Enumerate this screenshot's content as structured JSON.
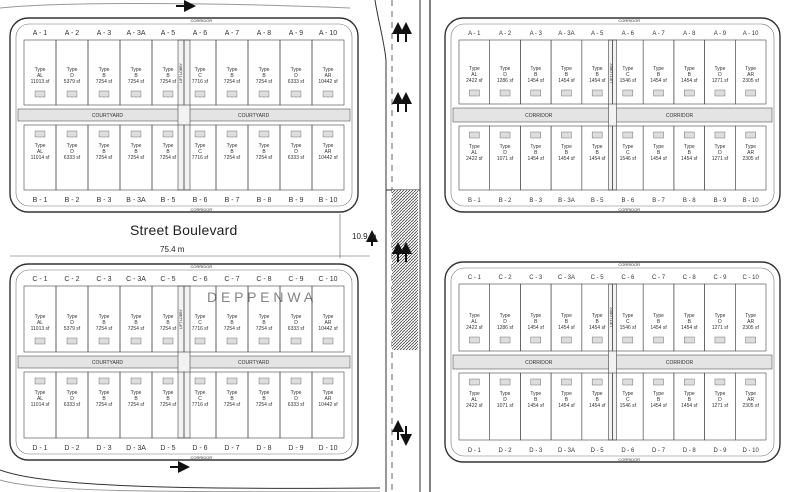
{
  "road": {
    "name": "Street Boulevard",
    "width_label": "75.4 m",
    "lane_label": "10.9 m"
  },
  "labels": {
    "courtyard": "COURTYARD",
    "corridor": "CORRIDOR",
    "lift": "LIFT LOBBY",
    "type_word": "Type",
    "watermark": "D E P P E N W A"
  },
  "blocks": [
    {
      "id": "A",
      "top": [
        {
          "u": "A - 1",
          "t": "AL",
          "a": "11013 sf"
        },
        {
          "u": "A - 2",
          "t": "D",
          "a": "5379 sf"
        },
        {
          "u": "A - 3",
          "t": "B",
          "a": "7254 sf"
        },
        {
          "u": "A - 3A",
          "t": "B",
          "a": "7254 sf"
        },
        {
          "u": "A - 5",
          "t": "B",
          "a": "7254 sf"
        },
        {
          "u": "A - 6",
          "t": "C",
          "a": "7716 sf"
        },
        {
          "u": "A - 7",
          "t": "B",
          "a": "7254 sf"
        },
        {
          "u": "A - 8",
          "t": "B",
          "a": "7254 sf"
        },
        {
          "u": "A - 9",
          "t": "D",
          "a": "6333 sf"
        },
        {
          "u": "A - 10",
          "t": "AR",
          "a": "10442 sf"
        }
      ],
      "bottom": [
        {
          "u": "B - 1",
          "t": "AL",
          "a": "11014 sf"
        },
        {
          "u": "B - 2",
          "t": "D",
          "a": "6333 sf"
        },
        {
          "u": "B - 3",
          "t": "B",
          "a": "7254 sf"
        },
        {
          "u": "B - 3A",
          "t": "B",
          "a": "7254 sf"
        },
        {
          "u": "B - 5",
          "t": "B",
          "a": "7254 sf"
        },
        {
          "u": "B - 6",
          "t": "C",
          "a": "7716 sf"
        },
        {
          "u": "B - 7",
          "t": "B",
          "a": "7254 sf"
        },
        {
          "u": "B - 8",
          "t": "B",
          "a": "7254 sf"
        },
        {
          "u": "B - 9",
          "t": "D",
          "a": "6333 sf"
        },
        {
          "u": "B - 10",
          "t": "AR",
          "a": "10442 sf"
        }
      ]
    },
    {
      "id": "C",
      "top": [
        {
          "u": "C - 1",
          "t": "AL",
          "a": "11013 sf"
        },
        {
          "u": "C - 2",
          "t": "D",
          "a": "5379 sf"
        },
        {
          "u": "C - 3",
          "t": "B",
          "a": "7254 sf"
        },
        {
          "u": "C - 3A",
          "t": "B",
          "a": "7254 sf"
        },
        {
          "u": "C - 5",
          "t": "B",
          "a": "7254 sf"
        },
        {
          "u": "C - 6",
          "t": "C",
          "a": "7716 sf"
        },
        {
          "u": "C - 7",
          "t": "B",
          "a": "7254 sf"
        },
        {
          "u": "C - 8",
          "t": "B",
          "a": "7254 sf"
        },
        {
          "u": "C - 9",
          "t": "D",
          "a": "6333 sf"
        },
        {
          "u": "C - 10",
          "t": "AR",
          "a": "10442 sf"
        }
      ],
      "bottom": [
        {
          "u": "D - 1",
          "t": "AL",
          "a": "11014 sf"
        },
        {
          "u": "D - 2",
          "t": "D",
          "a": "6333 sf"
        },
        {
          "u": "D - 3",
          "t": "B",
          "a": "7254 sf"
        },
        {
          "u": "D - 3A",
          "t": "B",
          "a": "7254 sf"
        },
        {
          "u": "D - 5",
          "t": "B",
          "a": "7254 sf"
        },
        {
          "u": "D - 6",
          "t": "C",
          "a": "7716 sf"
        },
        {
          "u": "D - 7",
          "t": "B",
          "a": "7254 sf"
        },
        {
          "u": "D - 8",
          "t": "B",
          "a": "7254 sf"
        },
        {
          "u": "D - 9",
          "t": "D",
          "a": "6333 sf"
        },
        {
          "u": "D - 10",
          "t": "AR",
          "a": "10442 sf"
        }
      ]
    },
    {
      "id": "AR",
      "top": [
        {
          "u": "A - 1",
          "t": "AL",
          "a": "2422 sf"
        },
        {
          "u": "A - 2",
          "t": "D",
          "a": "1286 sf"
        },
        {
          "u": "A - 3",
          "t": "B",
          "a": "1454 sf"
        },
        {
          "u": "A - 3A",
          "t": "B",
          "a": "1454 sf"
        },
        {
          "u": "A - 5",
          "t": "B",
          "a": "1454 sf"
        },
        {
          "u": "A - 6",
          "t": "C",
          "a": "1546 sf"
        },
        {
          "u": "A - 7",
          "t": "B",
          "a": "1454 sf"
        },
        {
          "u": "A - 8",
          "t": "B",
          "a": "1454 sf"
        },
        {
          "u": "A - 9",
          "t": "D",
          "a": "1271 sf"
        },
        {
          "u": "A - 10",
          "t": "AR",
          "a": "2305 sf"
        }
      ],
      "bottom": [
        {
          "u": "B - 1",
          "t": "AL",
          "a": "2422 sf"
        },
        {
          "u": "B - 2",
          "t": "D",
          "a": "1071 sf"
        },
        {
          "u": "B - 3",
          "t": "B",
          "a": "1454 sf"
        },
        {
          "u": "B - 3A",
          "t": "B",
          "a": "1454 sf"
        },
        {
          "u": "B - 5",
          "t": "B",
          "a": "1454 sf"
        },
        {
          "u": "B - 6",
          "t": "C",
          "a": "1546 sf"
        },
        {
          "u": "B - 7",
          "t": "B",
          "a": "1454 sf"
        },
        {
          "u": "B - 8",
          "t": "B",
          "a": "1454 sf"
        },
        {
          "u": "B - 9",
          "t": "D",
          "a": "1271 sf"
        },
        {
          "u": "B - 10",
          "t": "AR",
          "a": "2305 sf"
        }
      ]
    },
    {
      "id": "CR",
      "top": [
        {
          "u": "C - 1",
          "t": "AL",
          "a": "2422 sf"
        },
        {
          "u": "C - 2",
          "t": "D",
          "a": "1286 sf"
        },
        {
          "u": "C - 3",
          "t": "B",
          "a": "1454 sf"
        },
        {
          "u": "C - 3A",
          "t": "B",
          "a": "1454 sf"
        },
        {
          "u": "C - 5",
          "t": "B",
          "a": "1454 sf"
        },
        {
          "u": "C - 6",
          "t": "C",
          "a": "1546 sf"
        },
        {
          "u": "C - 7",
          "t": "B",
          "a": "1454 sf"
        },
        {
          "u": "C - 8",
          "t": "B",
          "a": "1454 sf"
        },
        {
          "u": "C - 9",
          "t": "D",
          "a": "1271 sf"
        },
        {
          "u": "C - 10",
          "t": "AR",
          "a": "2305 sf"
        }
      ],
      "bottom": [
        {
          "u": "D - 1",
          "t": "AL",
          "a": "2422 sf"
        },
        {
          "u": "D - 2",
          "t": "D",
          "a": "1071 sf"
        },
        {
          "u": "D - 3",
          "t": "B",
          "a": "1454 sf"
        },
        {
          "u": "D - 3A",
          "t": "B",
          "a": "1454 sf"
        },
        {
          "u": "D - 5",
          "t": "B",
          "a": "1454 sf"
        },
        {
          "u": "D - 6",
          "t": "C",
          "a": "1546 sf"
        },
        {
          "u": "D - 7",
          "t": "B",
          "a": "1454 sf"
        },
        {
          "u": "D - 8",
          "t": "B",
          "a": "1454 sf"
        },
        {
          "u": "D - 9",
          "t": "D",
          "a": "1271 sf"
        },
        {
          "u": "D - 10",
          "t": "AR",
          "a": "2305 sf"
        }
      ]
    }
  ]
}
